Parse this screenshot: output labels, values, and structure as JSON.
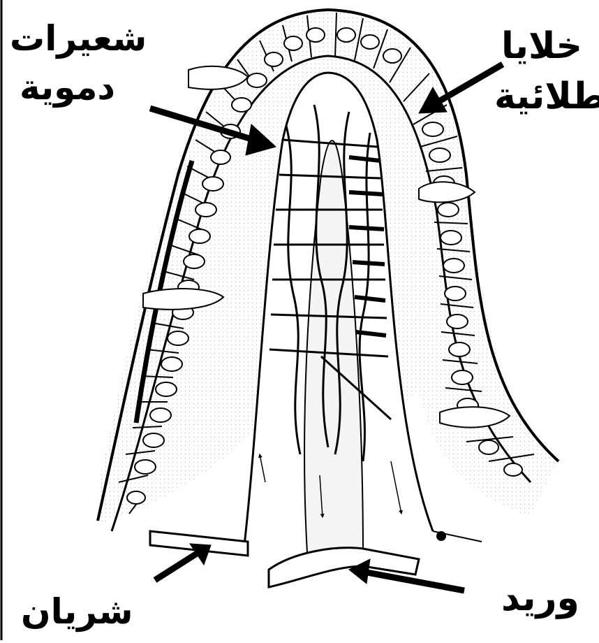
{
  "labels": {
    "capillaries_line1": "شعيرات",
    "capillaries_line2": "دموية",
    "epithelial_line1": "خلايا",
    "epithelial_line2": "طلائية",
    "vein": "وريد",
    "artery": "شريان"
  }
}
